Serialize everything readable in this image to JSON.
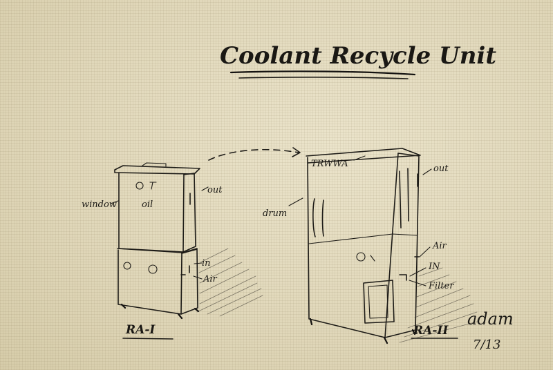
{
  "title": "Coolant Recycle Unit",
  "units": [
    {
      "model": "RA-I",
      "labels": {
        "window": "window",
        "oil": "oil",
        "out": "out",
        "in": "in",
        "air": "Air"
      }
    },
    {
      "model": "RA-II",
      "labels": {
        "brand": "TRWWA",
        "out": "out",
        "drum": "drum",
        "air": "Air",
        "in": "IN",
        "filter": "Filter"
      }
    }
  ],
  "signature": {
    "name": "adam",
    "date": "7/13"
  }
}
